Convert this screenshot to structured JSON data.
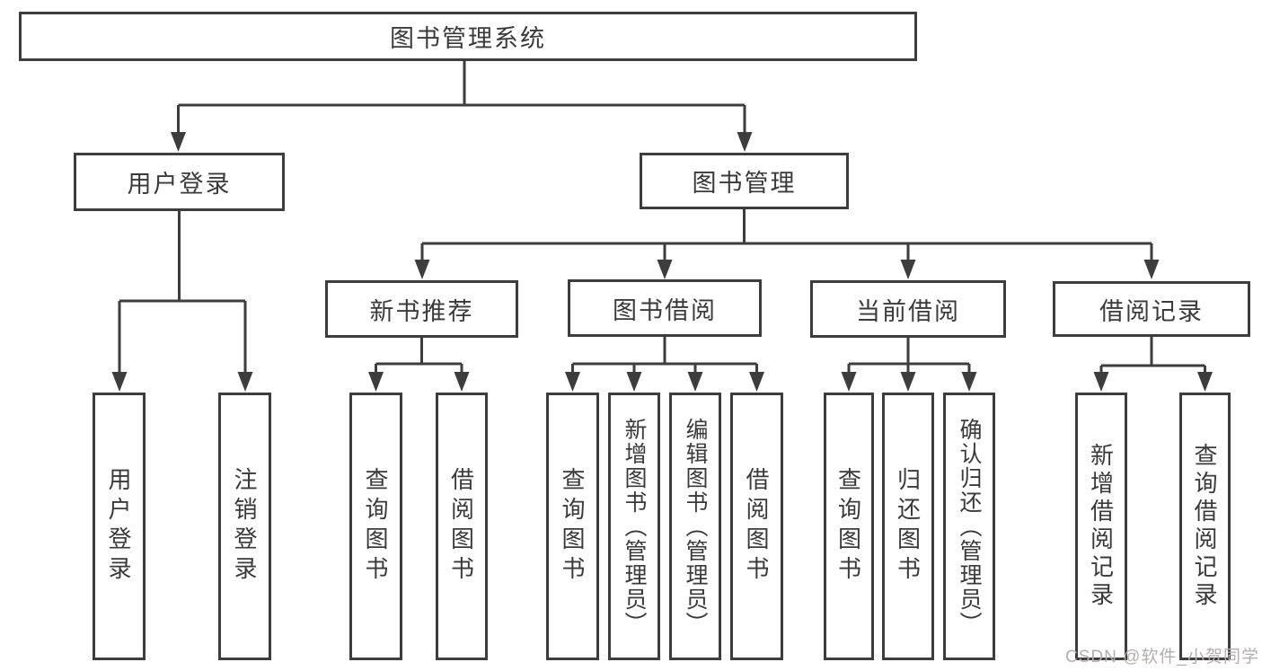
{
  "diagram": {
    "type": "tree",
    "title": "图书管理系统",
    "nodes": {
      "root": "图书管理系统",
      "user_login": "用户登录",
      "book_management": "图书管理",
      "new_book_recommend": "新书推荐",
      "book_borrow": "图书借阅",
      "current_borrow": "当前借阅",
      "borrow_record": "借阅记录",
      "leaf_user_login": "用户登录",
      "leaf_logout": "注销登录",
      "leaf_query_book_recommend": "查询图书",
      "leaf_borrow_book_recommend": "借阅图书",
      "leaf_query_book_borrow": "查询图书",
      "leaf_add_book_admin": "新增图书（管理员）",
      "leaf_edit_book_admin": "编辑图书（管理员）",
      "leaf_borrow_book_borrow": "借阅图书",
      "leaf_query_book_current": "查询图书",
      "leaf_return_book": "归还图书",
      "leaf_confirm_return_admin": "确认归还（管理员）",
      "leaf_add_borrow_record": "新增借阅记录",
      "leaf_query_borrow_record": "查询借阅记录"
    },
    "edges": [
      [
        "图书管理系统",
        "用户登录"
      ],
      [
        "图书管理系统",
        "图书管理"
      ],
      [
        "用户登录",
        "用户登录(叶)"
      ],
      [
        "用户登录",
        "注销登录"
      ],
      [
        "图书管理",
        "新书推荐"
      ],
      [
        "图书管理",
        "图书借阅"
      ],
      [
        "图书管理",
        "当前借阅"
      ],
      [
        "图书管理",
        "借阅记录"
      ],
      [
        "新书推荐",
        "查询图书"
      ],
      [
        "新书推荐",
        "借阅图书"
      ],
      [
        "图书借阅",
        "查询图书"
      ],
      [
        "图书借阅",
        "新增图书（管理员）"
      ],
      [
        "图书借阅",
        "编辑图书（管理员）"
      ],
      [
        "图书借阅",
        "借阅图书"
      ],
      [
        "当前借阅",
        "查询图书"
      ],
      [
        "当前借阅",
        "归还图书"
      ],
      [
        "当前借阅",
        "确认归还（管理员）"
      ],
      [
        "借阅记录",
        "新增借阅记录"
      ],
      [
        "借阅记录",
        "查询借阅记录"
      ]
    ],
    "colors": {
      "line": "#3d3d3d",
      "text": "#3a3a3a",
      "background": "#ffffff",
      "watermark": "#b4aeae"
    }
  },
  "watermark": "CSDN @软件_小贺同学"
}
